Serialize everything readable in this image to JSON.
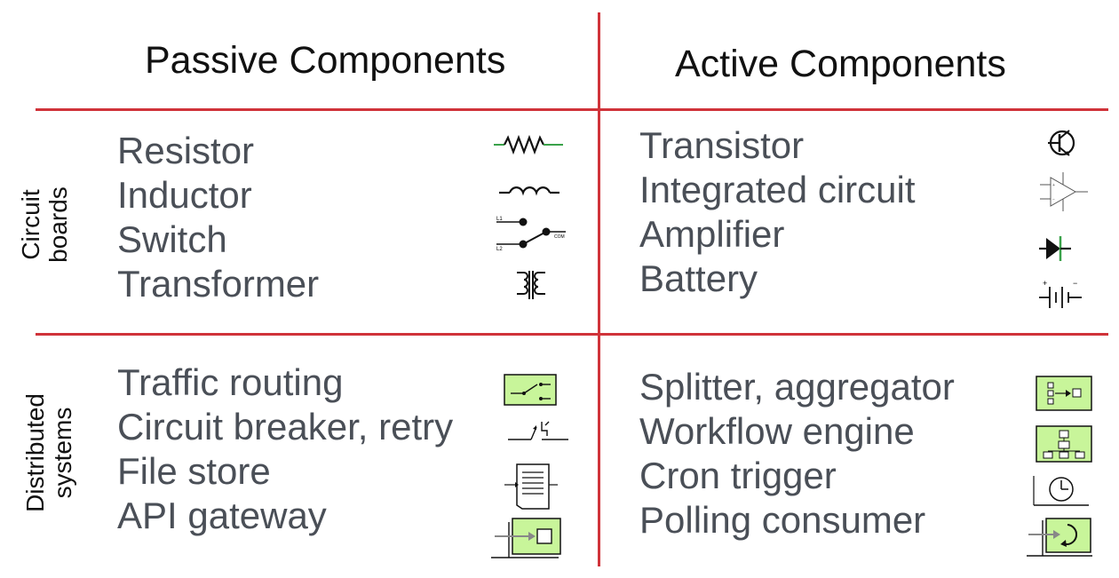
{
  "columns": {
    "passive": "Passive Components",
    "active": "Active Components"
  },
  "rows": {
    "circuit": "Circuit\nboards",
    "distributed": "Distributed\nsystems"
  },
  "circuit_boards": {
    "passive": [
      "Resistor",
      "Inductor",
      "Switch",
      "Transformer"
    ],
    "active": [
      "Transistor",
      "Integrated circuit",
      "Amplifier",
      "Battery"
    ]
  },
  "distributed_systems": {
    "passive": [
      "Traffic routing",
      "Circuit breaker, retry",
      "File store",
      "API gateway"
    ],
    "active": [
      "Splitter, aggregator",
      "Workflow engine",
      "Cron trigger",
      "Polling consumer"
    ]
  },
  "icons": {
    "circuit_passive": [
      "resistor-icon",
      "inductor-icon",
      "switch-icon",
      "transformer-icon"
    ],
    "circuit_active": [
      "transistor-icon",
      "opamp-icon",
      "diode-icon",
      "battery-icon"
    ],
    "distributed_passive": [
      "content-router-icon",
      "circuit-breaker-icon",
      "file-store-icon",
      "gateway-icon"
    ],
    "distributed_active": [
      "splitter-icon",
      "workflow-icon",
      "clock-icon",
      "polling-consumer-icon"
    ]
  },
  "colors": {
    "divider": "#d0333a",
    "item_text": "#4a4f57",
    "icon_green": "#c8f59a",
    "resistor_green": "#3aa24a"
  }
}
